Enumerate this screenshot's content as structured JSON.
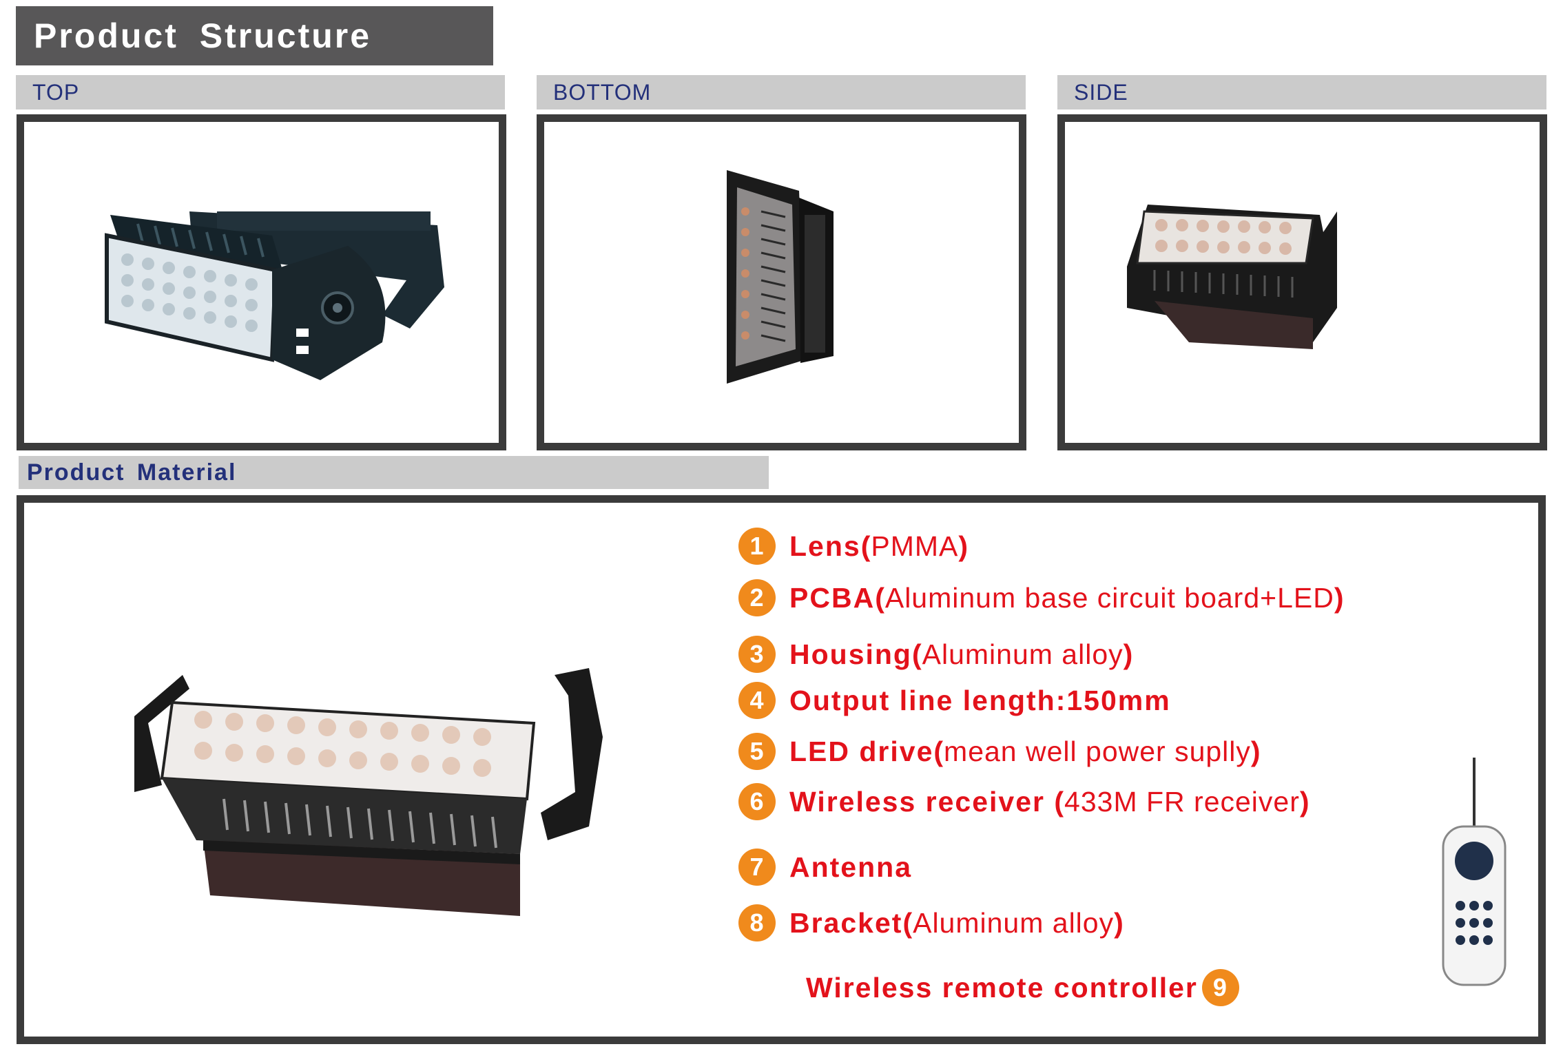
{
  "header": {
    "title": "Product  Structure"
  },
  "views": [
    {
      "label": "TOP"
    },
    {
      "label": "BOTTOM"
    },
    {
      "label": "SIDE"
    }
  ],
  "material": {
    "title": "Product  Material",
    "items": [
      {
        "num": "1",
        "name": "Lens",
        "open": "(",
        "detail": "PMMA",
        "close": ")"
      },
      {
        "num": "2",
        "name": "PCBA",
        "open": "(",
        "detail": "Aluminum base circuit board+LED",
        "close": ")"
      },
      {
        "num": "3",
        "name": "Housing",
        "open": "(",
        "detail": "Aluminum alloy",
        "close": ")"
      },
      {
        "num": "4",
        "name": "Output line length:150mm",
        "open": "",
        "detail": "",
        "close": ""
      },
      {
        "num": "5",
        "name": "LED drive",
        "open": "(",
        "detail": "mean well power suplly",
        "close": ")"
      },
      {
        "num": "6",
        "name": "Wireless receiver ",
        "open": "(",
        "detail": "433M FR receiver",
        "close": ")"
      },
      {
        "num": "7",
        "name": "Antenna",
        "open": "",
        "detail": "",
        "close": ""
      },
      {
        "num": "8",
        "name": "Bracket",
        "open": "(",
        "detail": "Aluminum alloy",
        "close": ")"
      }
    ],
    "remote": {
      "label": "Wireless remote controller",
      "num": "9"
    }
  },
  "colors": {
    "label_text": "#23307a",
    "accent_red": "#e3121b",
    "badge_orange": "#f08a1c",
    "frame": "#3b3b3b",
    "label_bg": "#cbcbcb",
    "title_bg": "#585758"
  }
}
